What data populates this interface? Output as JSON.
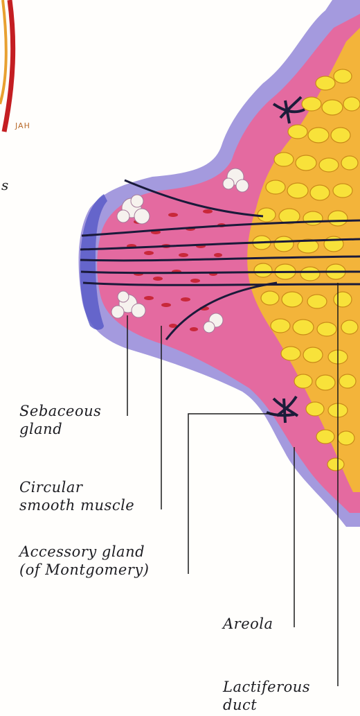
{
  "initials": "JAH",
  "fragment_text": "s",
  "labels": {
    "sebaceous": [
      "Sebaceous",
      "gland"
    ],
    "circular": [
      "Circular",
      "smooth muscle"
    ],
    "accessory": [
      "Accessory gland",
      "(of Montgomery)"
    ],
    "areola": [
      "Areola"
    ],
    "lactiferous": [
      "Lactiferous",
      "duct"
    ]
  },
  "colors": {
    "areola": "#9b8fd6",
    "skin_pink": "#e0609a",
    "fat_yellow": "#f4d22a",
    "duct_line": "#1c1c3a",
    "muscle_red": "#d0303c"
  }
}
